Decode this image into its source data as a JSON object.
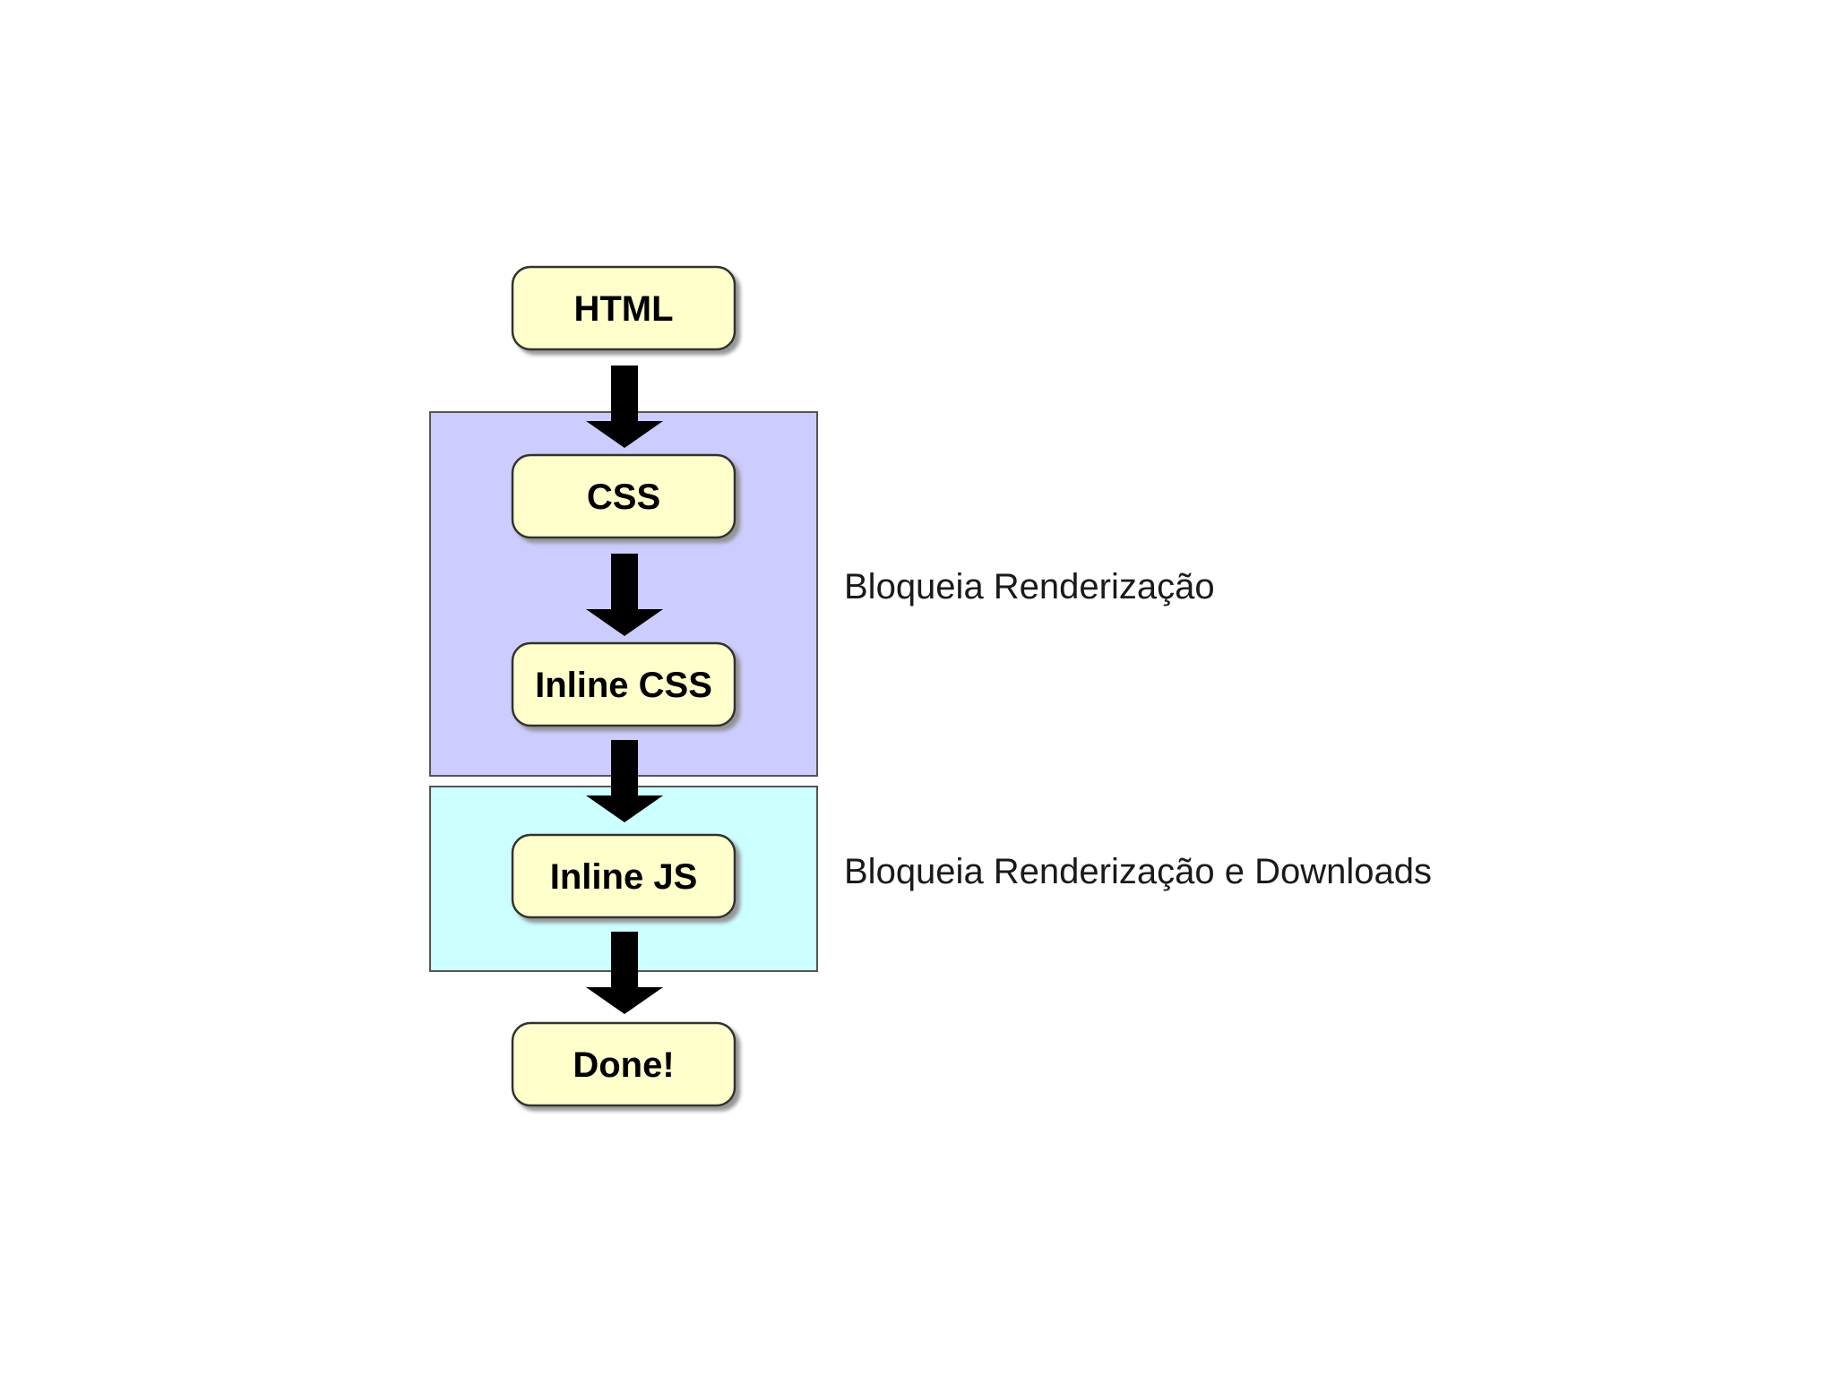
{
  "nodes": {
    "html": "HTML",
    "css": "CSS",
    "inline_css": "Inline CSS",
    "inline_js": "Inline JS",
    "done": "Done!"
  },
  "regions": {
    "render_block": {
      "label": "Bloqueia Renderização",
      "color": "#ccccff"
    },
    "render_download_block": {
      "label": "Bloqueia Renderização e Downloads",
      "color": "#ccffff"
    }
  },
  "colors": {
    "node_fill": "#ffffcc",
    "node_border": "#333333",
    "node_shadow": "#999999",
    "arrow": "#000000",
    "region_border": "#555555"
  },
  "arrows": [
    {
      "from": "html",
      "to": "css",
      "icon": "down-arrow-icon"
    },
    {
      "from": "css",
      "to": "inline_css",
      "icon": "down-arrow-icon"
    },
    {
      "from": "inline_css",
      "to": "inline_js",
      "icon": "down-arrow-icon"
    },
    {
      "from": "inline_js",
      "to": "done",
      "icon": "down-arrow-icon"
    }
  ]
}
